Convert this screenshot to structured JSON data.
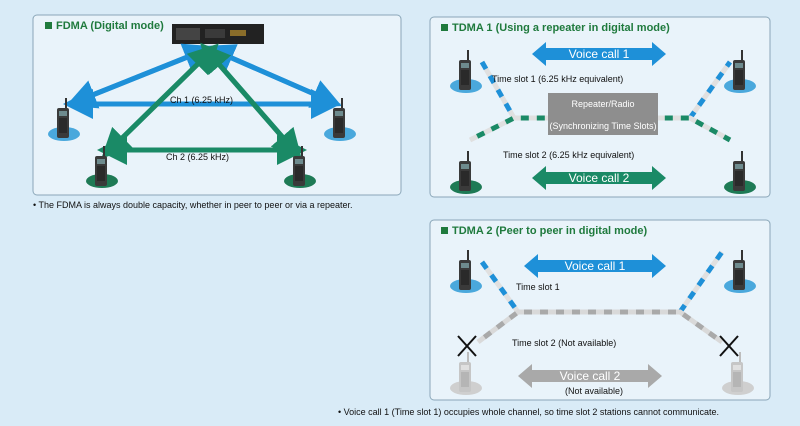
{
  "fdma": {
    "title": "FDMA (Digital mode)",
    "ch1": "Ch 1 (6.25 kHz)",
    "ch2": "Ch 2 (6.25 kHz)",
    "note": "• The FDMA is always double capacity, whether in peer to peer or via a repeater."
  },
  "tdma1": {
    "title": "TDMA 1 (Using a repeater in digital mode)",
    "voice1": "Voice call 1",
    "voice2": "Voice call 2",
    "slot1": "Time slot 1 (6.25 kHz equivalent)",
    "slot2": "Time slot 2 (6.25 kHz equivalent)",
    "box1": "Repeater/Radio",
    "box2": "(Synchronizing Time Slots)"
  },
  "tdma2": {
    "title": "TDMA 2 (Peer to peer in digital mode)",
    "voice1": "Voice call 1",
    "voice2": "Voice call 2",
    "slot1": "Time slot 1",
    "slot2": "Time slot 2 (Not available)",
    "na": "(Not available)",
    "note": "• Voice call 1 (Time slot 1) occupies whole channel, so time slot 2 stations cannot communicate."
  },
  "colors": {
    "blue": "#1e90d8",
    "green": "#1a8a66",
    "gray": "#a9a9a9",
    "title_green": "#1f7a3d",
    "panel_border": "#8aa6b8",
    "pad_blue": "#4aa8dc",
    "pad_green": "#1e7a55"
  }
}
